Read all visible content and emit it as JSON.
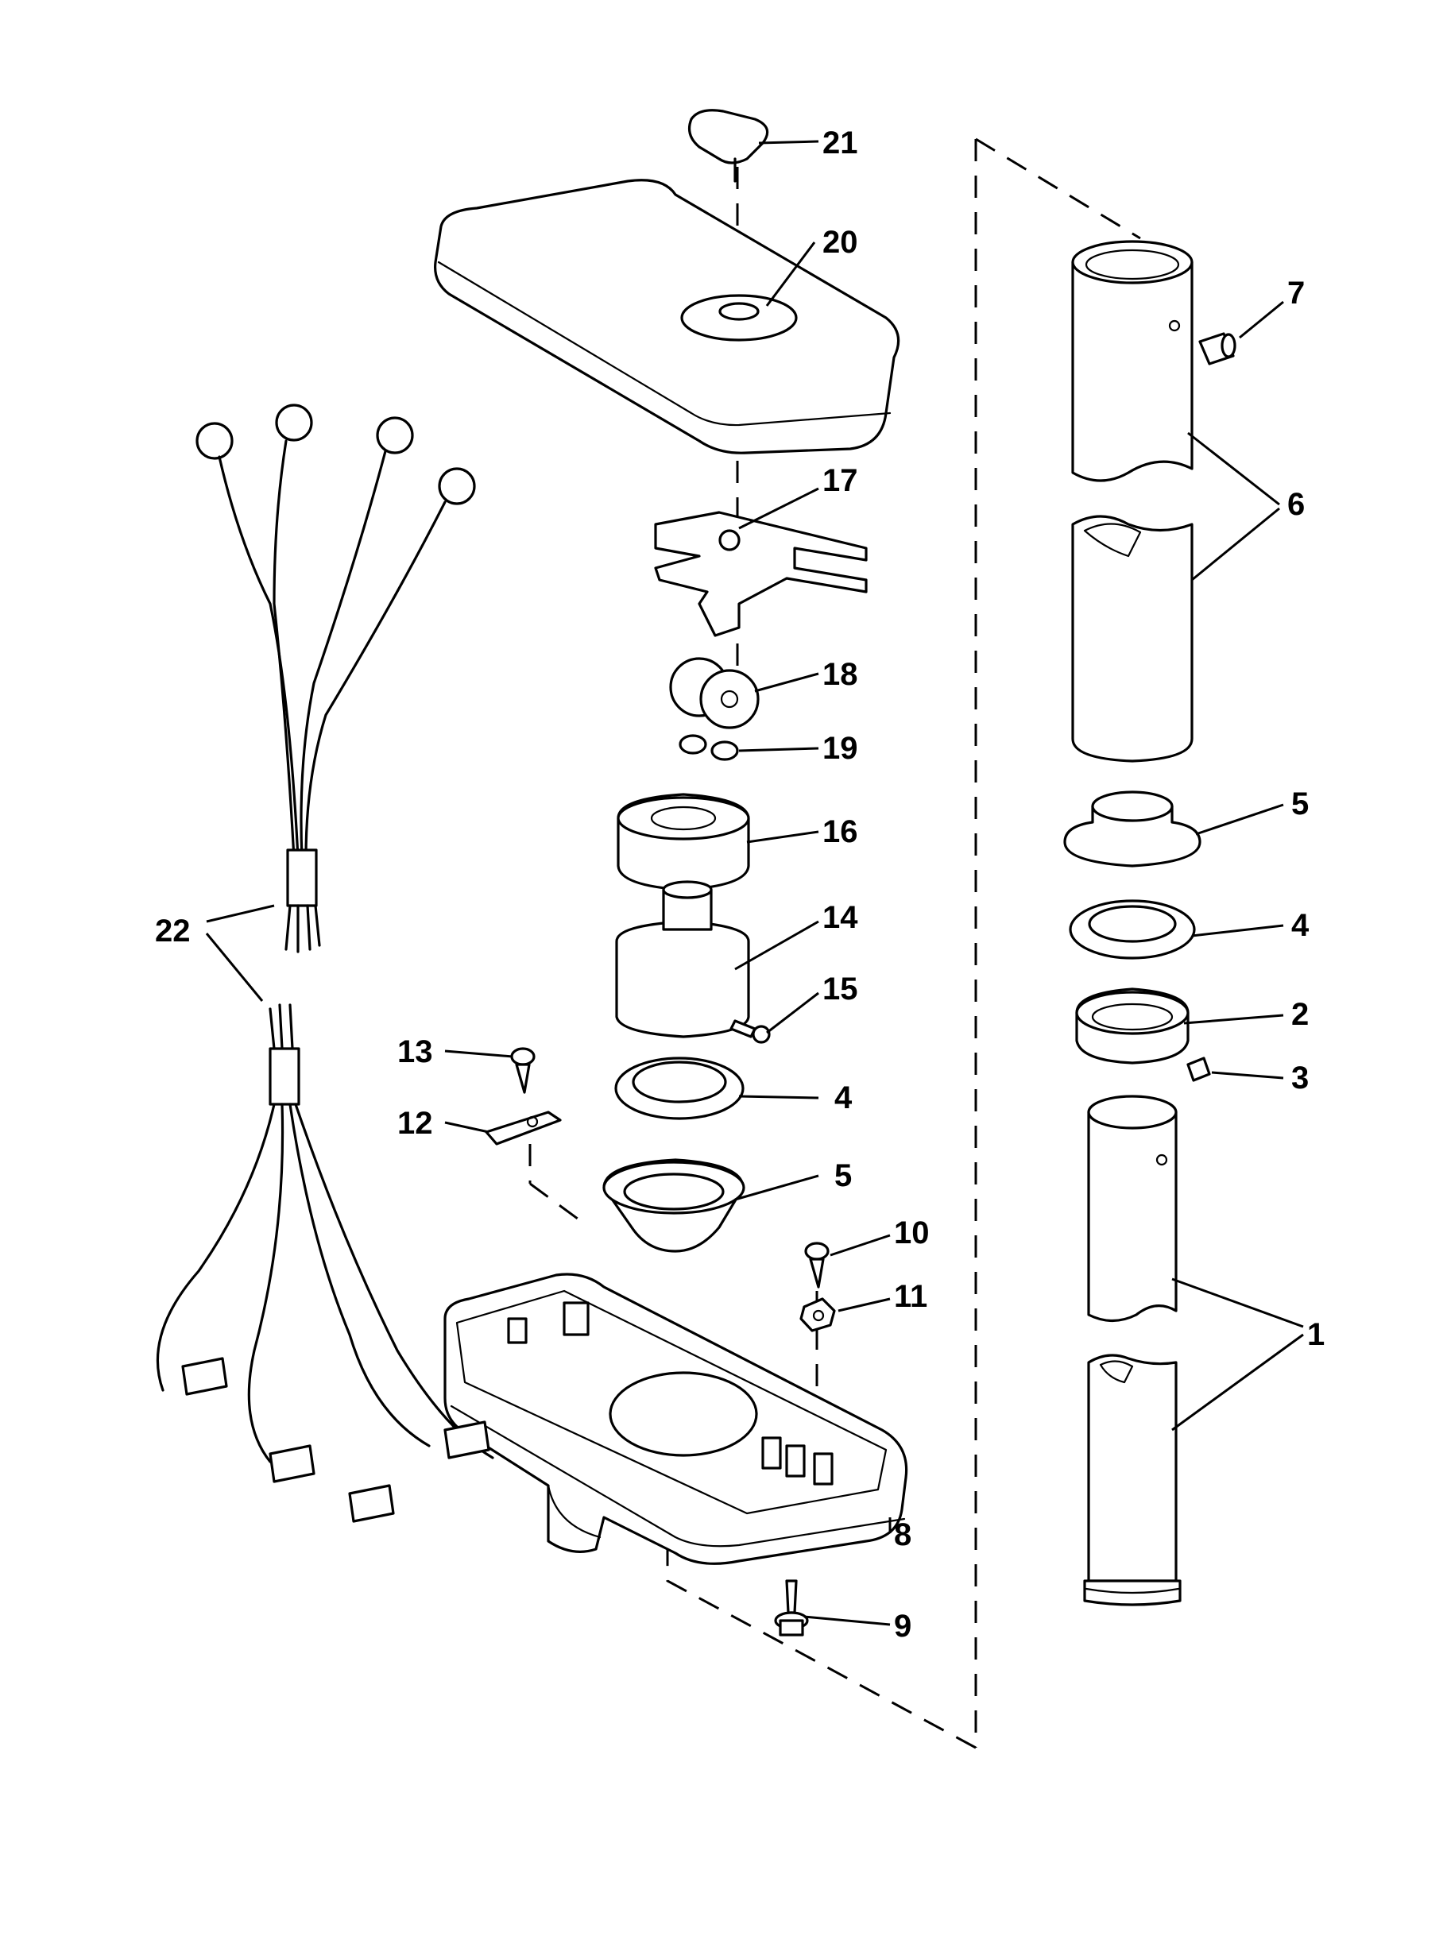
{
  "callouts": [
    {
      "num": "1",
      "label": "1"
    },
    {
      "num": "2",
      "label": "2"
    },
    {
      "num": "3",
      "label": "3"
    },
    {
      "num": "4",
      "label": "4"
    },
    {
      "num": "5",
      "label": "5"
    },
    {
      "num": "6",
      "label": "6"
    },
    {
      "num": "7",
      "label": "7"
    },
    {
      "num": "8",
      "label": "8"
    },
    {
      "num": "9",
      "label": "9"
    },
    {
      "num": "10",
      "label": "10"
    },
    {
      "num": "11",
      "label": "11"
    },
    {
      "num": "12",
      "label": "12"
    },
    {
      "num": "13",
      "label": "13"
    },
    {
      "num": "14",
      "label": "14"
    },
    {
      "num": "15",
      "label": "15"
    },
    {
      "num": "16",
      "label": "16"
    },
    {
      "num": "17",
      "label": "17"
    },
    {
      "num": "18",
      "label": "18"
    },
    {
      "num": "19",
      "label": "19"
    },
    {
      "num": "20",
      "label": "20"
    },
    {
      "num": "21",
      "label": "21"
    },
    {
      "num": "22",
      "label": "22"
    }
  ],
  "callout_4b": "4",
  "callout_5b": "5"
}
